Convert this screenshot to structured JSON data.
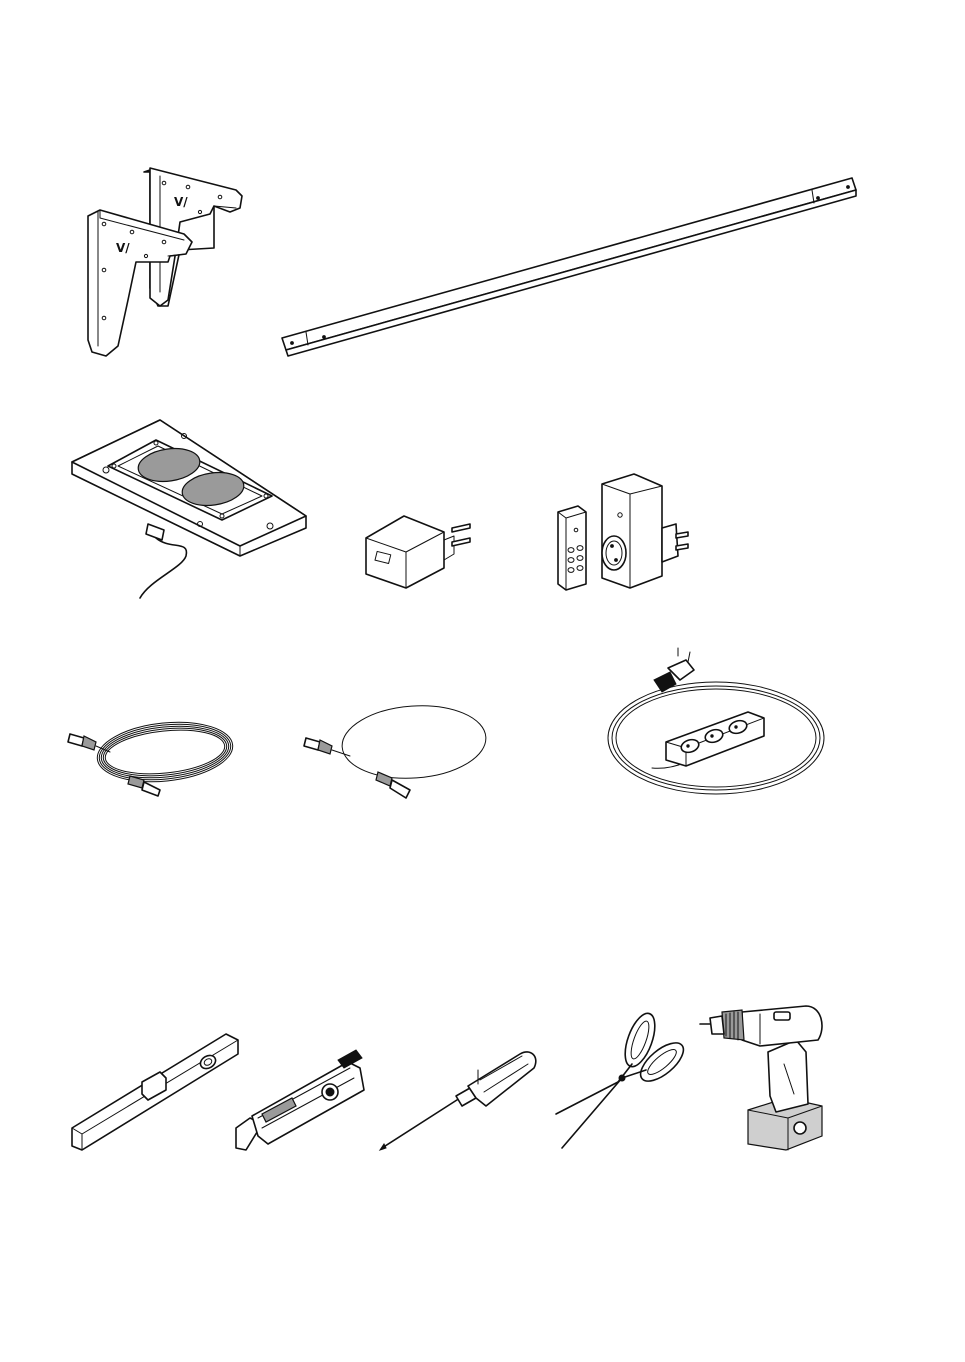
{
  "document": {
    "type": "parts-and-tools-illustration-sheet",
    "accent_color": "#111111",
    "background_color": "#ffffff"
  },
  "brand": {
    "bracket_mark": "V/"
  },
  "groups": {
    "mounting_parts": [
      "wall-bracket",
      "wall-bracket",
      "mounting-rail"
    ],
    "electronics": [
      "fan-lamp-unit",
      "usb-power-adapter",
      "remote-control",
      "remote-socket-switch"
    ],
    "cables": [
      "usb-cable-long",
      "usb-cable-short",
      "extension-power-strip"
    ],
    "tools_required": [
      "spirit-level",
      "utility-knife",
      "screwdriver",
      "scissors",
      "cordless-drill"
    ]
  }
}
